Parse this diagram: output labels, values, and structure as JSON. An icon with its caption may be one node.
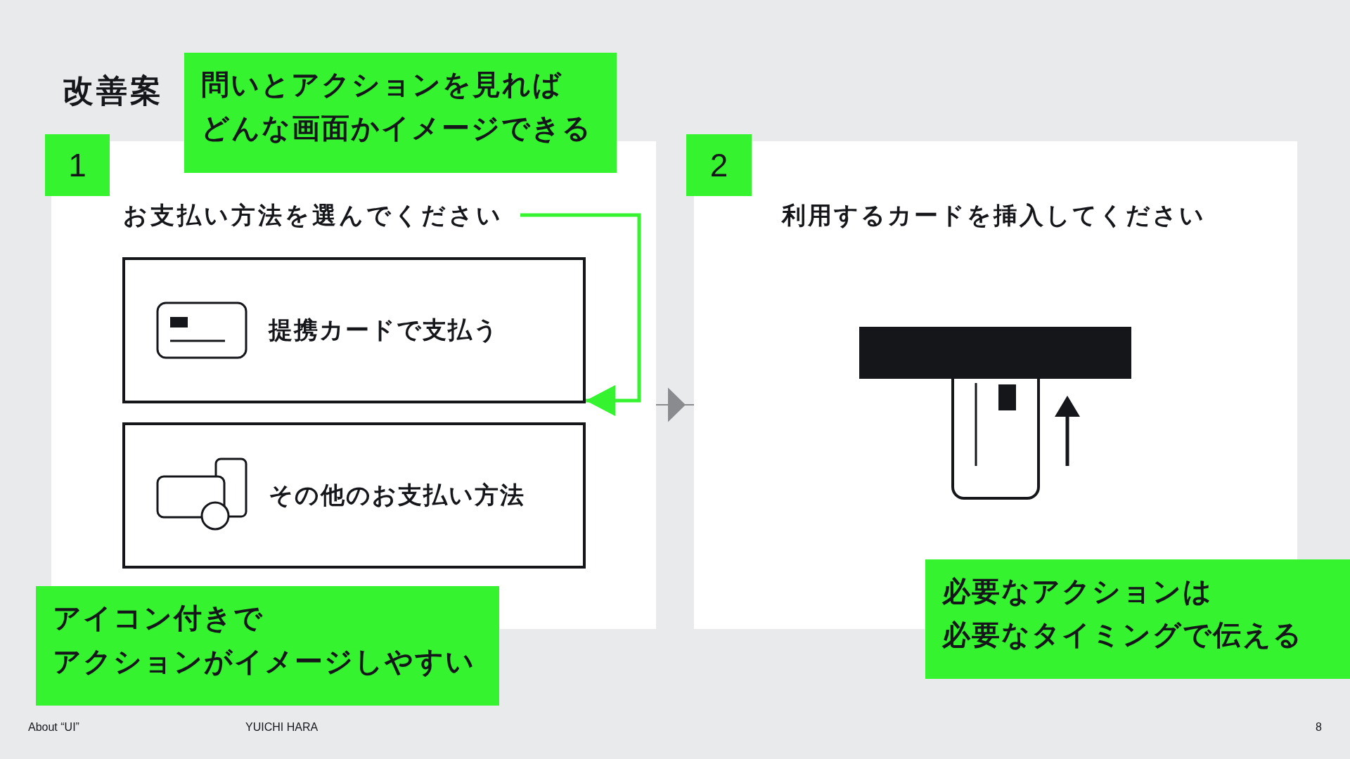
{
  "diagram": {
    "title": "改善案",
    "nodes": [
      {
        "text": [
          "問いとアクションを見ればどんな画面かイメージできる"
        ]
      },
      {
        "text": [
          "1"
        ]
      },
      {
        "text": [],
        "shape": "box"
      },
      {
        "text": [
          "お支払い方法を選んでください"
        ],
        "in": 2
      },
      {
        "text": [
          "提携カードで支払う"
        ],
        "in": 2
      },
      {
        "text": [
          "その他のお支払い方法"
        ],
        "in": 2
      },
      {
        "text": [
          "2"
        ]
      },
      {
        "text": [],
        "shape": "box"
      },
      {
        "text": [
          "利用するカードを挿入してください"
        ],
        "in": 7
      },
      {
        "text": [
          "アイコン付きでアクションがイメージしやすい"
        ]
      },
      {
        "text": [
          "必要なアクションは必要なタイミングで伝える"
        ]
      }
    ],
    "edges": [
      {
        "from": 3,
        "to": 4,
        "arrow": "to",
        "style": "thick",
        "color": "#35f42f"
      },
      {
        "from": 2,
        "to": 7,
        "arrow": "to",
        "color": "#8a8b8e"
      }
    ],
    "labels": [
      "About “UI”",
      "YUICHI HARA",
      "8"
    ]
  }
}
